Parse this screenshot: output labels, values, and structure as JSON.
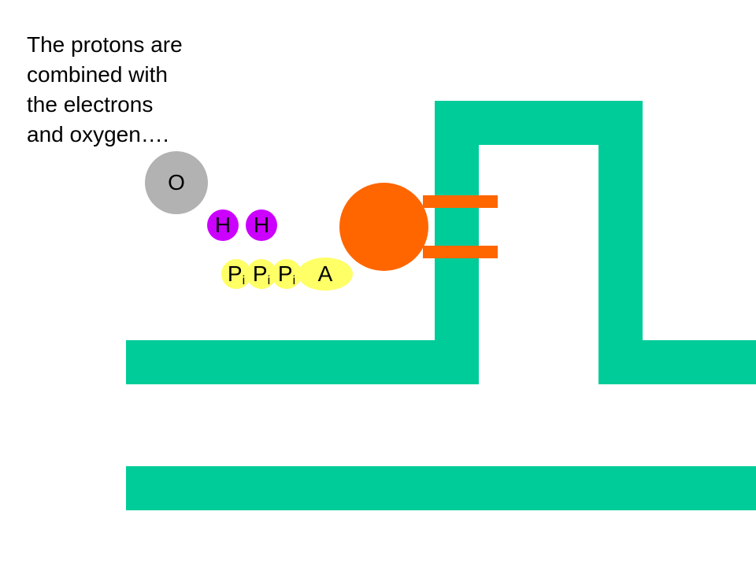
{
  "caption": {
    "lines": [
      "The protons are",
      "combined with",
      "the electrons",
      "and oxygen…."
    ]
  },
  "molecules": {
    "oxygen_label": "O",
    "hydrogen_labels": [
      "H",
      "H"
    ],
    "phosphate_label": "P",
    "phosphate_subscript": "i",
    "adenosine_label": "A"
  },
  "colors": {
    "membrane": "#00CC99",
    "oxygen": "#B2B2B2",
    "hydrogen": "#CC00FF",
    "phosphate": "#FFFF66",
    "atp_synthase": "#FF6600"
  }
}
